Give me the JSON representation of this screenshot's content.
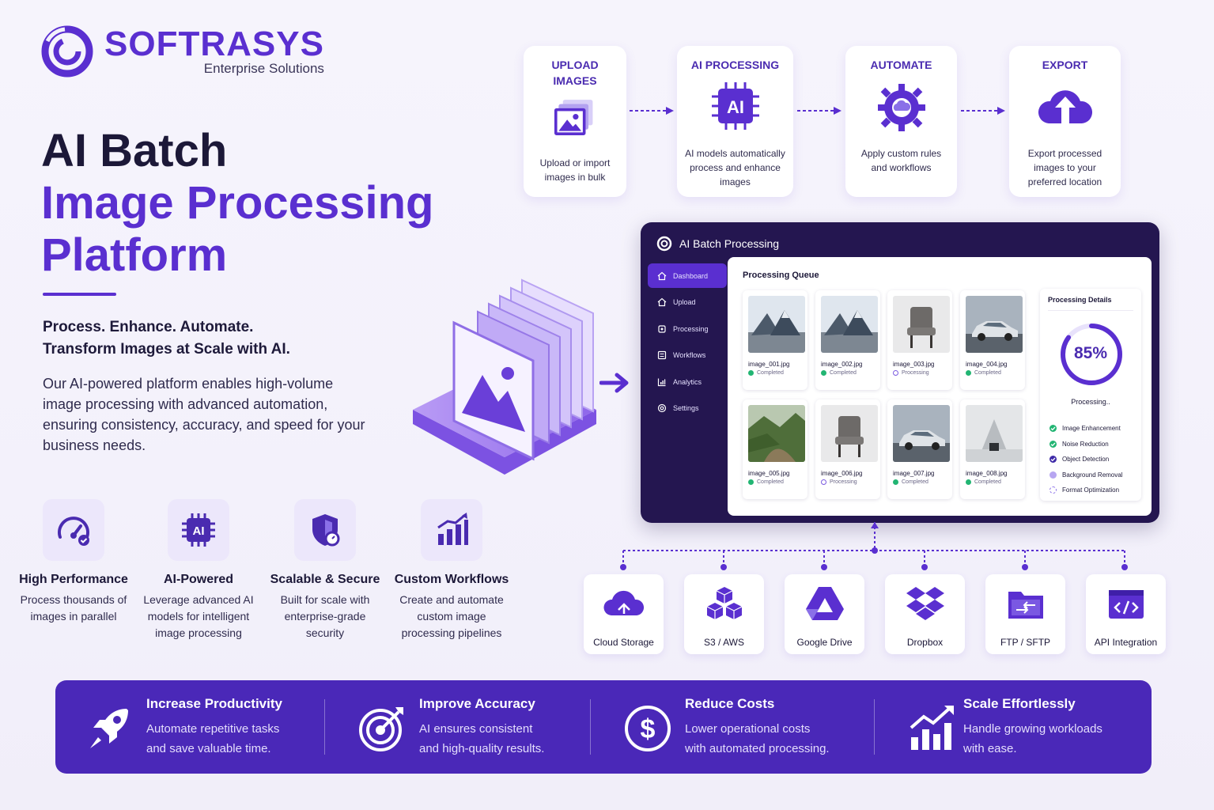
{
  "brand": {
    "name": "SOFTRASYS",
    "subtitle": "Enterprise Solutions"
  },
  "hero": {
    "title_line1": "AI Batch",
    "title_line2": "Image Processing",
    "title_line3": "Platform",
    "tagline_line1": "Process. Enhance. Automate.",
    "tagline_line2": "Transform Images at Scale with AI.",
    "description": "Our AI-powered platform enables high-volume image processing with advanced automation, ensuring consistency, accuracy, and speed for your business needs."
  },
  "features": [
    {
      "title": "High Performance",
      "desc_line1": "Process thousands of",
      "desc_line2": "images in parallel",
      "desc_line3": "",
      "icon": "speedometer-icon"
    },
    {
      "title": "AI-Powered",
      "desc_line1": "Leverage advanced AI",
      "desc_line2": "models for intelligent",
      "desc_line3": "image processing",
      "icon": "ai-chip-icon"
    },
    {
      "title": "Scalable & Secure",
      "desc_line1": "Built for scale with",
      "desc_line2": "enterprise-grade",
      "desc_line3": "security",
      "icon": "shield-icon"
    },
    {
      "title": "Custom Workflows",
      "desc_line1": "Create and automate",
      "desc_line2": "custom image",
      "desc_line3": "processing pipelines",
      "icon": "bar-chart-icon"
    }
  ],
  "steps": [
    {
      "title_line1": "UPLOAD",
      "title_line2": "IMAGES",
      "desc_line1": "Upload or import",
      "desc_line2": "images in bulk",
      "desc_line3": "",
      "icon": "image-stack-icon"
    },
    {
      "title_line1": "AI PROCESSING",
      "title_line2": "",
      "desc_line1": "AI models automatically",
      "desc_line2": "process and enhance",
      "desc_line3": "images",
      "icon": "ai-chip-icon"
    },
    {
      "title_line1": "AUTOMATE",
      "title_line2": "",
      "desc_line1": "Apply custom rules",
      "desc_line2": "and workflows",
      "desc_line3": "",
      "icon": "gear-cloud-icon"
    },
    {
      "title_line1": "EXPORT",
      "title_line2": "",
      "desc_line1": "Export processed",
      "desc_line2": "images to your",
      "desc_line3": "preferred location",
      "icon": "cloud-upload-icon"
    }
  ],
  "dashboard": {
    "title": "AI Batch Processing",
    "nav": [
      {
        "label": "Dashboard",
        "icon": "home-icon",
        "active": true
      },
      {
        "label": "Upload",
        "icon": "upload-icon",
        "active": false
      },
      {
        "label": "Processing",
        "icon": "processing-icon",
        "active": false
      },
      {
        "label": "Workflows",
        "icon": "workflow-icon",
        "active": false
      },
      {
        "label": "Analytics",
        "icon": "analytics-icon",
        "active": false
      },
      {
        "label": "Settings",
        "icon": "settings-icon",
        "active": false
      }
    ],
    "queue_title": "Processing Queue",
    "images": [
      {
        "name": "image_001.jpg",
        "status": "Completed",
        "thumb": "mountain"
      },
      {
        "name": "image_002.jpg",
        "status": "Completed",
        "thumb": "mountain"
      },
      {
        "name": "image_003.jpg",
        "status": "Processing",
        "thumb": "chair"
      },
      {
        "name": "image_004.jpg",
        "status": "Completed",
        "thumb": "car"
      },
      {
        "name": "image_005.jpg",
        "status": "Completed",
        "thumb": "valley"
      },
      {
        "name": "image_006.jpg",
        "status": "Processing",
        "thumb": "chair"
      },
      {
        "name": "image_007.jpg",
        "status": "Completed",
        "thumb": "car"
      },
      {
        "name": "image_008.jpg",
        "status": "Completed",
        "thumb": "mist"
      }
    ],
    "details": {
      "title": "Processing Details",
      "progress_label": "85%",
      "progress": 0.85,
      "state": "Processing..",
      "tasks": [
        {
          "label": "Image Enhancement",
          "state": "done"
        },
        {
          "label": "Noise Reduction",
          "state": "done"
        },
        {
          "label": "Object Detection",
          "state": "active"
        },
        {
          "label": "Background Removal",
          "state": "pending"
        },
        {
          "label": "Format Optimization",
          "state": "queued"
        }
      ]
    }
  },
  "integrations": [
    {
      "label": "Cloud Storage",
      "icon": "cloud-storage-icon"
    },
    {
      "label": "S3 / AWS",
      "icon": "aws-cubes-icon"
    },
    {
      "label": "Google Drive",
      "icon": "google-drive-icon"
    },
    {
      "label": "Dropbox",
      "icon": "dropbox-icon"
    },
    {
      "label": "FTP / SFTP",
      "icon": "ftp-folder-icon"
    },
    {
      "label": "API Integration",
      "icon": "api-code-icon"
    }
  ],
  "benefits": [
    {
      "title": "Increase Productivity",
      "desc_line1": "Automate repetitive tasks",
      "desc_line2": "and save valuable time.",
      "icon": "rocket-icon"
    },
    {
      "title": "Improve Accuracy",
      "desc_line1": "AI ensures consistent",
      "desc_line2": "and high-quality results.",
      "icon": "target-icon"
    },
    {
      "title": "Reduce Costs",
      "desc_line1": "Lower operational costs",
      "desc_line2": "with automated processing.",
      "icon": "dollar-icon"
    },
    {
      "title": "Scale Effortlessly",
      "desc_line1": "Handle growing workloads",
      "desc_line2": "with ease.",
      "icon": "growth-chart-icon"
    }
  ],
  "colors": {
    "brand": "#5a2fd0",
    "dark": "#241650",
    "band": "#4a28b8",
    "success": "#22b573",
    "processing": "#7b5be0"
  }
}
